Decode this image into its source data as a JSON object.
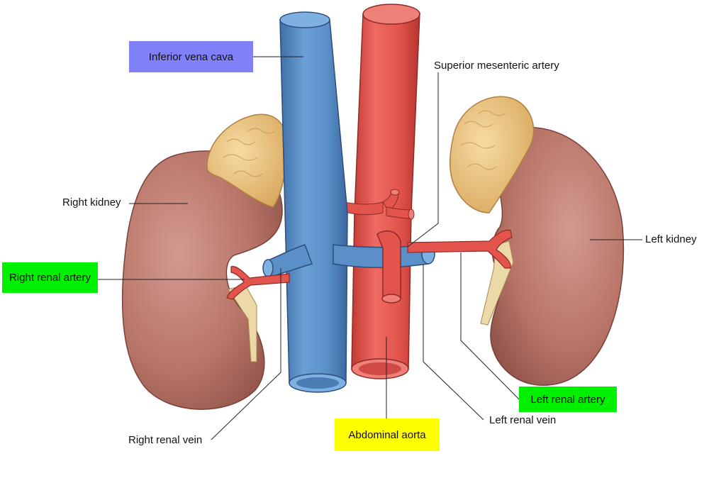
{
  "labels": {
    "inferior_vena_cava": "Inferior vena cava",
    "superior_mesenteric_artery": "Superior mesenteric artery",
    "right_kidney": "Right kidney",
    "left_kidney": "Left kidney",
    "right_renal_artery": "Right renal artery",
    "left_renal_artery": "Left renal artery",
    "left_renal_vein": "Left renal vein",
    "right_renal_vein": "Right renal vein",
    "abdominal_aorta": "Abdominal aorta"
  },
  "colors": {
    "highlight_blue": "#8080f8",
    "highlight_green": "#00f000",
    "highlight_yellow": "#ffff00",
    "vein_blue": "#5b8fc8",
    "artery_red": "#e2544c",
    "kidney_brown": "#b87468",
    "adrenal_yellow": "#e8c47e"
  }
}
